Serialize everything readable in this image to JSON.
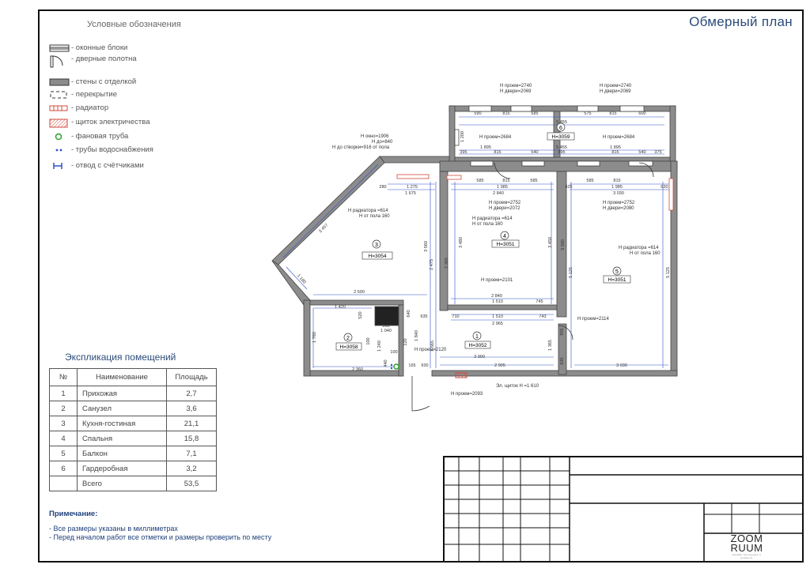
{
  "title": "Обмерный план",
  "legend": {
    "title": "Условные обозначения",
    "items": [
      {
        "label": "- оконные блоки",
        "icon": "window-icon"
      },
      {
        "label": "- дверные полотна",
        "icon": "door-icon"
      },
      {
        "label": "- стены с отделкой",
        "icon": "wall-icon"
      },
      {
        "label": "- перекрытие",
        "icon": "ceiling-icon"
      },
      {
        "label": "- радиатор",
        "icon": "radiator-icon"
      },
      {
        "label": "- щиток электричества",
        "icon": "electric-panel-icon"
      },
      {
        "label": "- фановая труба",
        "icon": "sewer-pipe-icon"
      },
      {
        "label": "- трубы водоснабжения",
        "icon": "water-pipe-icon"
      },
      {
        "label": "- отвод с счётчиками",
        "icon": "meter-icon"
      }
    ]
  },
  "explication": {
    "title": "Экспликация помещений",
    "headers": [
      "№",
      "Наименование",
      "Площадь"
    ],
    "rows": [
      [
        "1",
        "Прихожая",
        "2,7"
      ],
      [
        "2",
        "Санузел",
        "3,6"
      ],
      [
        "3",
        "Кухня-гостиная",
        "21,1"
      ],
      [
        "4",
        "Спальня",
        "15,8"
      ],
      [
        "5",
        "Балкон",
        "7,1"
      ],
      [
        "6",
        "Гардеробная",
        "3,2"
      ],
      [
        "",
        "Всего",
        "53,5"
      ]
    ]
  },
  "note": {
    "title": "Примечание:",
    "lines": [
      "- Все размеры указаны в миллиметрах",
      "- Перед началом работ все отметки и размеры проверить по месту"
    ]
  },
  "logo": {
    "line1": "ZOOM",
    "line2": "RUUM",
    "tagline": "дизайн интерьера и ремонта"
  },
  "plan": {
    "rooms": [
      {
        "num": "1",
        "height": "H=3052"
      },
      {
        "num": "2",
        "height": "H=3058"
      },
      {
        "num": "3",
        "height": "H=3054"
      },
      {
        "num": "4",
        "height": "H=3051"
      },
      {
        "num": "5",
        "height": "H=3051"
      },
      {
        "num": "6",
        "height": "H=3059"
      }
    ],
    "annotations": {
      "window_kitchen": [
        "Н окно=1906",
        "Н до=840",
        "Н до створки=916 от пола"
      ],
      "radiator_kitchen": [
        "Н радиатора =614",
        "Н от пола 160"
      ],
      "radiator_bedroom": [
        "Н радиатора =614",
        "Н от пола 160"
      ],
      "radiator_balcony": [
        "Н радиатора =614",
        "Н от пола 160"
      ],
      "top_left_opening": [
        "Н проем=2740",
        "Н двери=2069"
      ],
      "top_right_opening": [
        "Н проем=2740",
        "Н двери=2069"
      ],
      "wardrobe_left_opening": "Н проем=2684",
      "wardrobe_right_opening": "Н проем=2684",
      "bedroom_opening": [
        "Н проем=2752",
        "Н двери=2072"
      ],
      "balcony_opening": [
        "Н проем=2752",
        "Н двери=2080"
      ],
      "bedroom_bottom_opening": "Н проем=2101",
      "hall_opening": "Н проем=2114",
      "bath_opening": "Н проем=2120",
      "entrance_opening": "Н проем=2093",
      "electric_panel": "Эл. щиток Н =1 610"
    },
    "dimensions": {
      "top_row": [
        "590",
        "815",
        "585",
        "575",
        "815",
        "600"
      ],
      "wardrobe_width": [
        "5 455",
        "5 455"
      ],
      "wardrobe_mid_row": [
        "395",
        "1 895",
        "815",
        "540",
        "895",
        "1 895",
        "815",
        "540",
        "375"
      ],
      "wardrobe_height": "1 200",
      "kitchen_top": [
        "280",
        "1 275",
        "1 675"
      ],
      "bedroom_top": [
        "585",
        "815",
        "585",
        "1 985",
        "2 840"
      ],
      "balcony_top": [
        "425",
        "585",
        "815",
        "1 985",
        "3 030",
        "620"
      ],
      "kitchen_diag": "3 457",
      "kitchen_side": [
        "3 560",
        "2 475",
        "2 365",
        "1 180"
      ],
      "bedroom_side": [
        "3 480",
        "3 450"
      ],
      "balcony_side": [
        "3 590",
        "5 125",
        "5 125"
      ],
      "kitchen_bottom": [
        "2 500",
        "1 420"
      ],
      "bedroom_bottom": [
        "1 510",
        "745",
        "2 840",
        "710",
        "1 510",
        "743",
        "2 965",
        "935"
      ],
      "hall_bottom": [
        "3 900",
        "2 905",
        "930",
        "165"
      ],
      "bath_bottom": "2 360",
      "bath_side": [
        "1 760",
        "1 240",
        "1 840"
      ],
      "balcony_bottom": "3 030",
      "small_bits": [
        "520",
        "640",
        "960",
        "1 040",
        "100",
        "120",
        "440",
        "100",
        "1 365",
        "905",
        "635",
        "1 565"
      ]
    }
  },
  "colors": {
    "accent": "#2b4b7a",
    "wall": "#8c8c8c",
    "dimension": "#3050c8",
    "radiator": "#d24a3c"
  }
}
